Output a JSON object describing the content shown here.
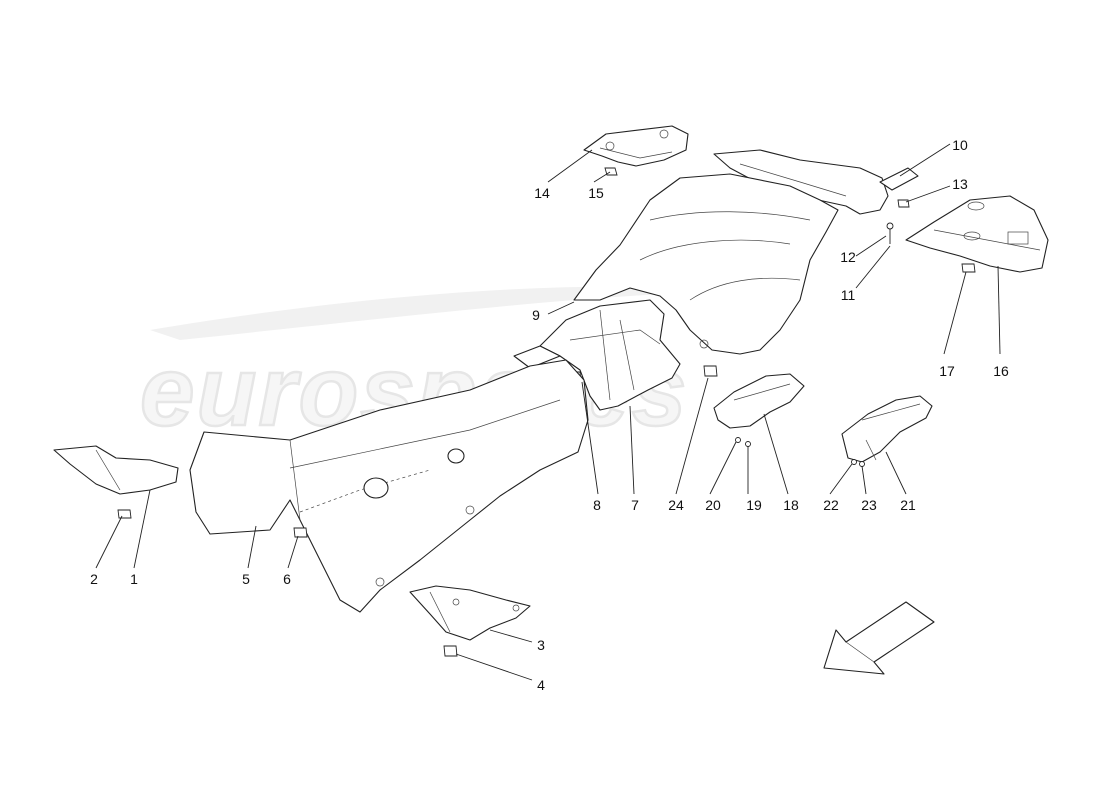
{
  "watermark": {
    "text": "eurospares"
  },
  "callouts": [
    "1",
    "2",
    "3",
    "4",
    "5",
    "6",
    "7",
    "8",
    "9",
    "10",
    "11",
    "12",
    "13",
    "14",
    "15",
    "16",
    "17",
    "18",
    "19",
    "20",
    "21",
    "22",
    "23",
    "24"
  ],
  "direction_arrow": {
    "icon": "direction-arrow-icon"
  }
}
